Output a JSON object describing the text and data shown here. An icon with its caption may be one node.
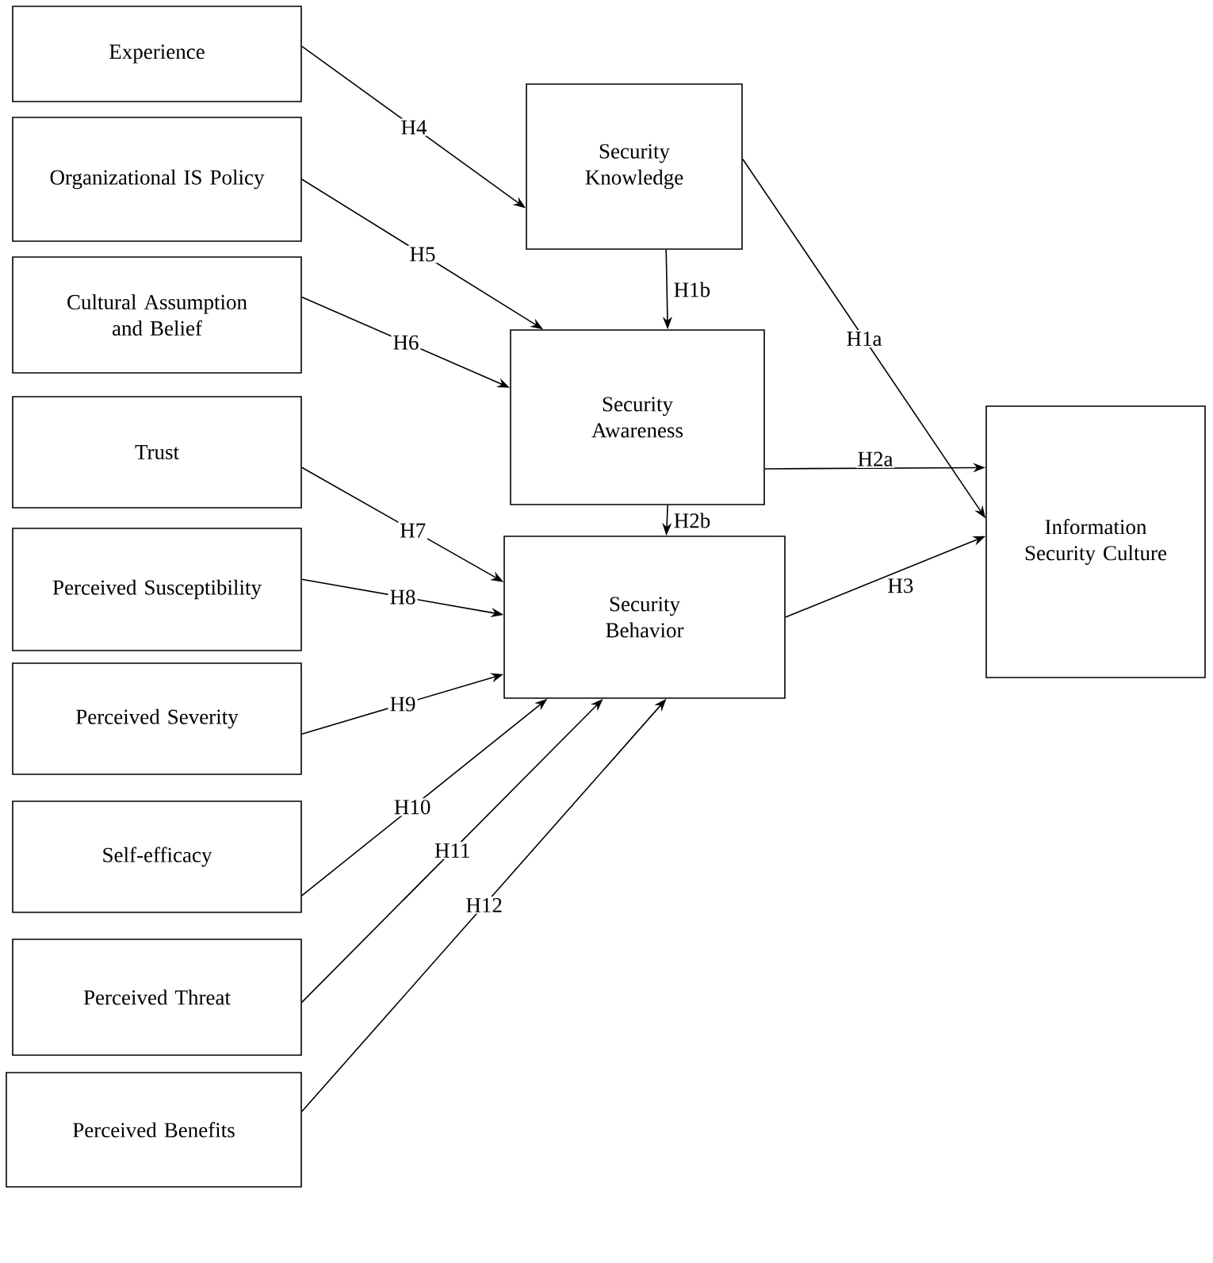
{
  "diagram": {
    "nodes": [
      {
        "text": [
          "Experience"
        ]
      },
      {
        "text": [
          "Organizational IS Policy"
        ]
      },
      {
        "text": [
          "Cultural Assumption and Belief"
        ]
      },
      {
        "text": [
          "Trust"
        ]
      },
      {
        "text": [
          "Perceived Susceptibility"
        ]
      },
      {
        "text": [
          "Perceived Severity"
        ]
      },
      {
        "text": [
          "Self-efficacy"
        ]
      },
      {
        "text": [
          "Perceived Threat"
        ]
      },
      {
        "text": [
          "Perceived Benefits"
        ]
      },
      {
        "text": [
          "Security Knowledge"
        ]
      },
      {
        "text": [
          "Security Awareness"
        ]
      },
      {
        "text": [
          "Security Behavior"
        ]
      },
      {
        "text": [
          "Information Security Culture"
        ]
      }
    ],
    "edges": [
      {
        "from": 0,
        "to": 9,
        "arrow": "to",
        "label": "H4"
      },
      {
        "from": 1,
        "to": 10,
        "arrow": "to",
        "label": "H5"
      },
      {
        "from": 2,
        "to": 10,
        "arrow": "to",
        "label": "H6"
      },
      {
        "from": 3,
        "to": 11,
        "arrow": "to",
        "label": "H7"
      },
      {
        "from": 4,
        "to": 11,
        "arrow": "to",
        "label": "H8"
      },
      {
        "from": 5,
        "to": 11,
        "arrow": "to",
        "label": "H9"
      },
      {
        "from": 6,
        "to": 11,
        "arrow": "to",
        "label": "H10"
      },
      {
        "from": 7,
        "to": 11,
        "arrow": "to",
        "label": "H11"
      },
      {
        "from": 8,
        "to": 11,
        "arrow": "to",
        "label": "H12"
      },
      {
        "from": 9,
        "to": 12,
        "arrow": "to",
        "label": "H1a"
      },
      {
        "from": 9,
        "to": 10,
        "arrow": "to",
        "label": "H1b"
      },
      {
        "from": 10,
        "to": 12,
        "arrow": "to",
        "label": "H2a"
      },
      {
        "from": 10,
        "to": 11,
        "arrow": "to",
        "label": "H2b"
      },
      {
        "from": 11,
        "to": 12,
        "arrow": "to",
        "label": "H3"
      }
    ]
  }
}
